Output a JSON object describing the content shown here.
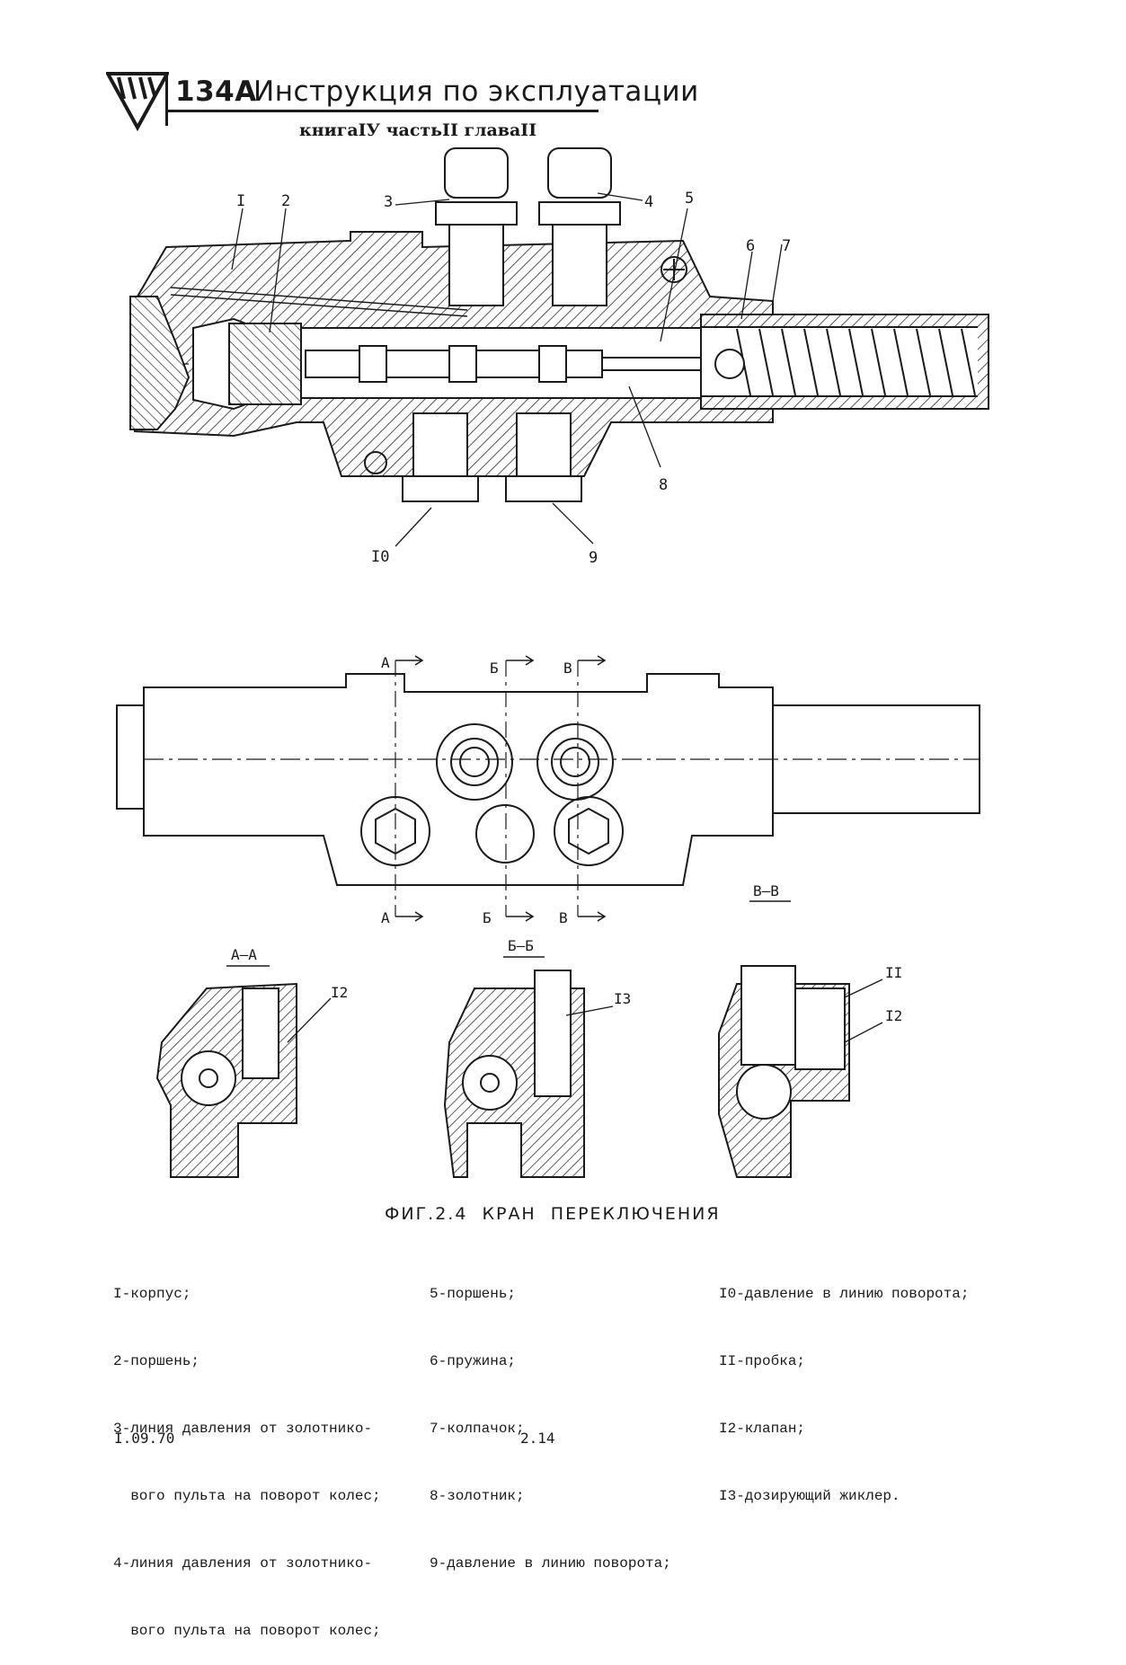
{
  "header": {
    "model": "134А",
    "title": "Инструкция по эксплуатации",
    "subtitle": "книгаIУ частьII главаII"
  },
  "callouts_top": [
    "I",
    "2",
    "3",
    "4",
    "5",
    "6",
    "7",
    "8",
    "9",
    "I0"
  ],
  "section_marks": {
    "a_top": "А",
    "b_top": "Б",
    "v_top": "В",
    "a_bottom": "А",
    "b_bottom": "Б",
    "v_bottom": "В",
    "vv_label": "В–В"
  },
  "sections": {
    "aa": {
      "title": "А–А",
      "callout": "I2"
    },
    "bb": {
      "title": "Б–Б",
      "callout": "I3"
    },
    "vv": {
      "callout_1": "II",
      "callout_2": "I2"
    }
  },
  "caption": "ФИГ.2.4  КРАН  ПЕРЕКЛЮЧЕНИЯ",
  "legend": {
    "col1": [
      "I-корпус;",
      "2-поршень;",
      "3-линия давления от золотнико-",
      "  вого пульта на поворот колес;",
      "4-линия давления от золотнико-",
      "  вого пульта на поворот колес;"
    ],
    "col2": [
      "5-поршень;",
      "6-пружина;",
      "7-колпачок;",
      "8-золотник;",
      "9-давление в линию поворота;"
    ],
    "col3": [
      "I0-давление в линию поворота;",
      "II-пробка;",
      "I2-клапан;",
      "I3-дозирующий жиклер."
    ]
  },
  "footer": {
    "date": "I.09.70",
    "page": "2.14"
  },
  "colors": {
    "ink": "#1a1a1a",
    "hatch": "#2a2a2a",
    "paper": "#ffffff"
  }
}
